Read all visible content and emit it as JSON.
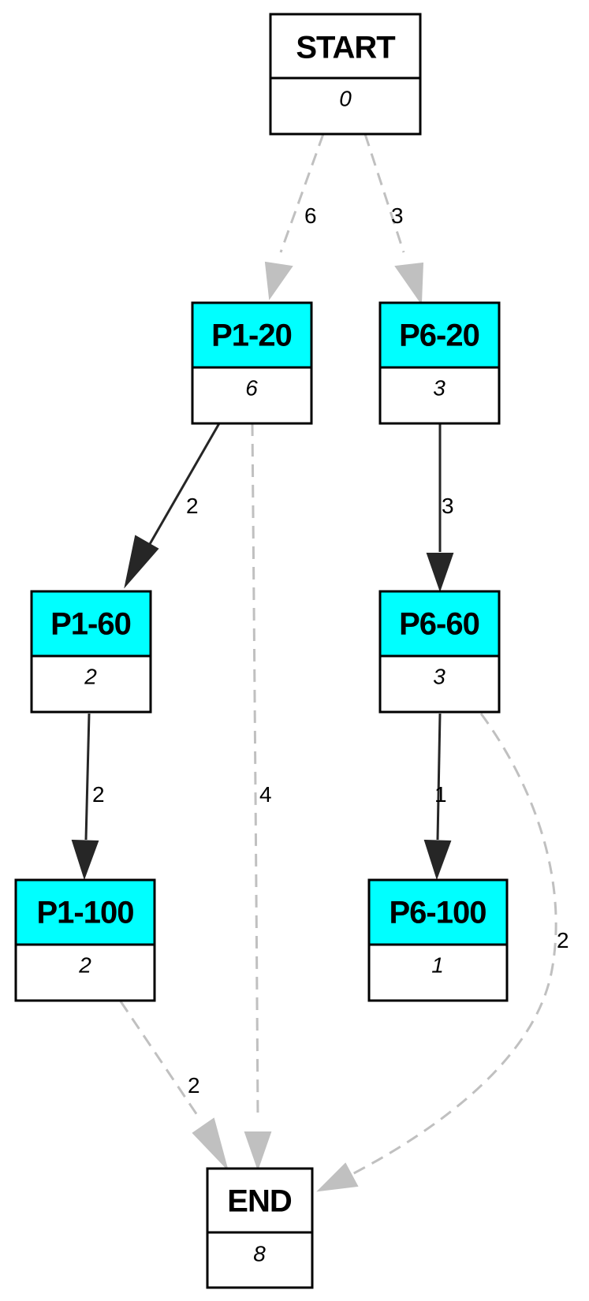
{
  "colors": {
    "header_fill": "#00ffff",
    "plain_fill": "#ffffff",
    "border": "#000000",
    "solid_edge": "#262626",
    "dashed_edge": "#c0c0c0"
  },
  "nodes": [
    {
      "id": "start",
      "title": "START",
      "value": "0",
      "highlighted": false
    },
    {
      "id": "p1-20",
      "title": "P1-20",
      "value": "6",
      "highlighted": true
    },
    {
      "id": "p6-20",
      "title": "P6-20",
      "value": "3",
      "highlighted": true
    },
    {
      "id": "p1-60",
      "title": "P1-60",
      "value": "2",
      "highlighted": true
    },
    {
      "id": "p6-60",
      "title": "P6-60",
      "value": "3",
      "highlighted": true
    },
    {
      "id": "p1-100",
      "title": "P1-100",
      "value": "2",
      "highlighted": true
    },
    {
      "id": "p6-100",
      "title": "P6-100",
      "value": "1",
      "highlighted": true
    },
    {
      "id": "end",
      "title": "END",
      "value": "8",
      "highlighted": false
    }
  ],
  "edges": [
    {
      "id": "start-p1-20",
      "from": "START",
      "to": "P1-20",
      "label": "6",
      "style": "dashed"
    },
    {
      "id": "start-p6-20",
      "from": "START",
      "to": "P6-20",
      "label": "3",
      "style": "dashed"
    },
    {
      "id": "p1-20-p1-60",
      "from": "P1-20",
      "to": "P1-60",
      "label": "2",
      "style": "solid"
    },
    {
      "id": "p1-20-end",
      "from": "P1-20",
      "to": "END",
      "label": "4",
      "style": "dashed"
    },
    {
      "id": "p6-20-p6-60",
      "from": "P6-20",
      "to": "P6-60",
      "label": "3",
      "style": "solid"
    },
    {
      "id": "p1-60-p1-100",
      "from": "P1-60",
      "to": "P1-100",
      "label": "2",
      "style": "solid"
    },
    {
      "id": "p6-60-p6-100",
      "from": "P6-60",
      "to": "P6-100",
      "label": "1",
      "style": "solid"
    },
    {
      "id": "p6-60-end",
      "from": "P6-60",
      "to": "END",
      "label": "2",
      "style": "dashed"
    },
    {
      "id": "p1-100-end",
      "from": "P1-100",
      "to": "END",
      "label": "2",
      "style": "dashed"
    }
  ]
}
